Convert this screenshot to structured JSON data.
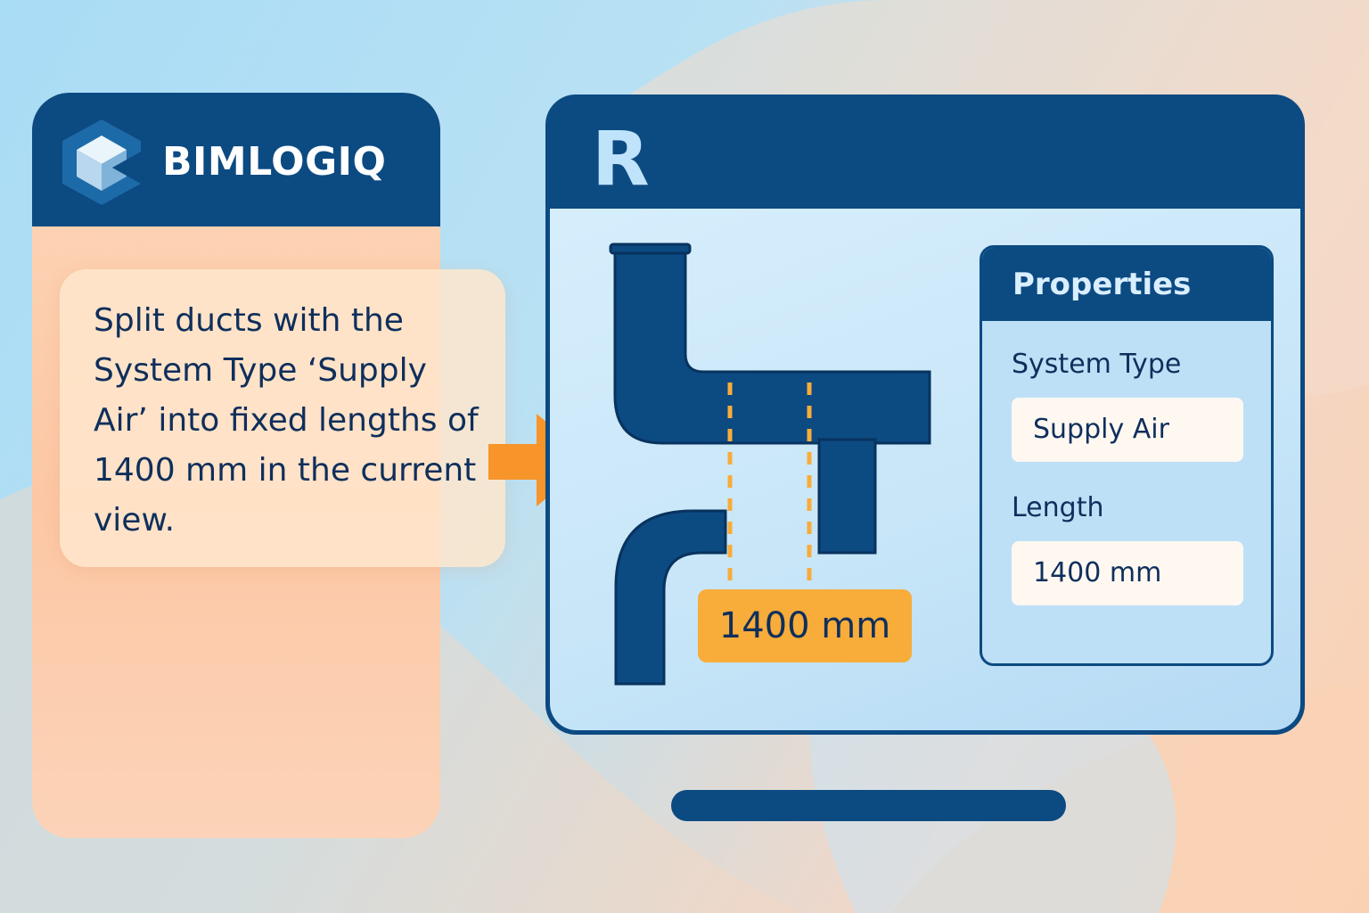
{
  "brand": {
    "name": "BIMLOGIQ",
    "logo_icon": "cube-hexagon-icon"
  },
  "assistant": {
    "message": "Split ducts with the System Type ‘Supply Air’ into fixed lengths of 1400 mm in the current view.",
    "input_value": ""
  },
  "arrow_icon": "arrow-right-icon",
  "app_window": {
    "logo_letter": "R",
    "dimension_label": "1400 mm",
    "properties": {
      "title": "Properties",
      "system_type_label": "System Type",
      "system_type_value": "Supply Air",
      "length_label": "Length",
      "length_value": "1400 mm"
    }
  },
  "colors": {
    "primary_navy": "#0c4a82",
    "accent_orange": "#f8ac3a",
    "arrow_orange": "#f7942a",
    "peach_panel": "#fcc7a4",
    "light_blue": "#c8e6f8"
  }
}
